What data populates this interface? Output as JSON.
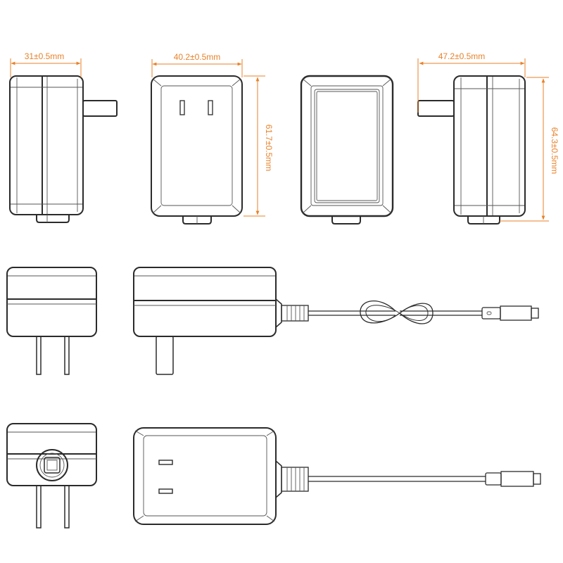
{
  "dimensions": {
    "side_width": "31±0.5mm",
    "front_width": "40.2±0.5mm",
    "front_height": "61.7±0.5mm",
    "side_plug_width": "47.2±0.5mm",
    "side_plug_height": "64.3±0.5mm"
  },
  "colors": {
    "dimension": "#e8822a",
    "outline": "#2b2b2b"
  }
}
